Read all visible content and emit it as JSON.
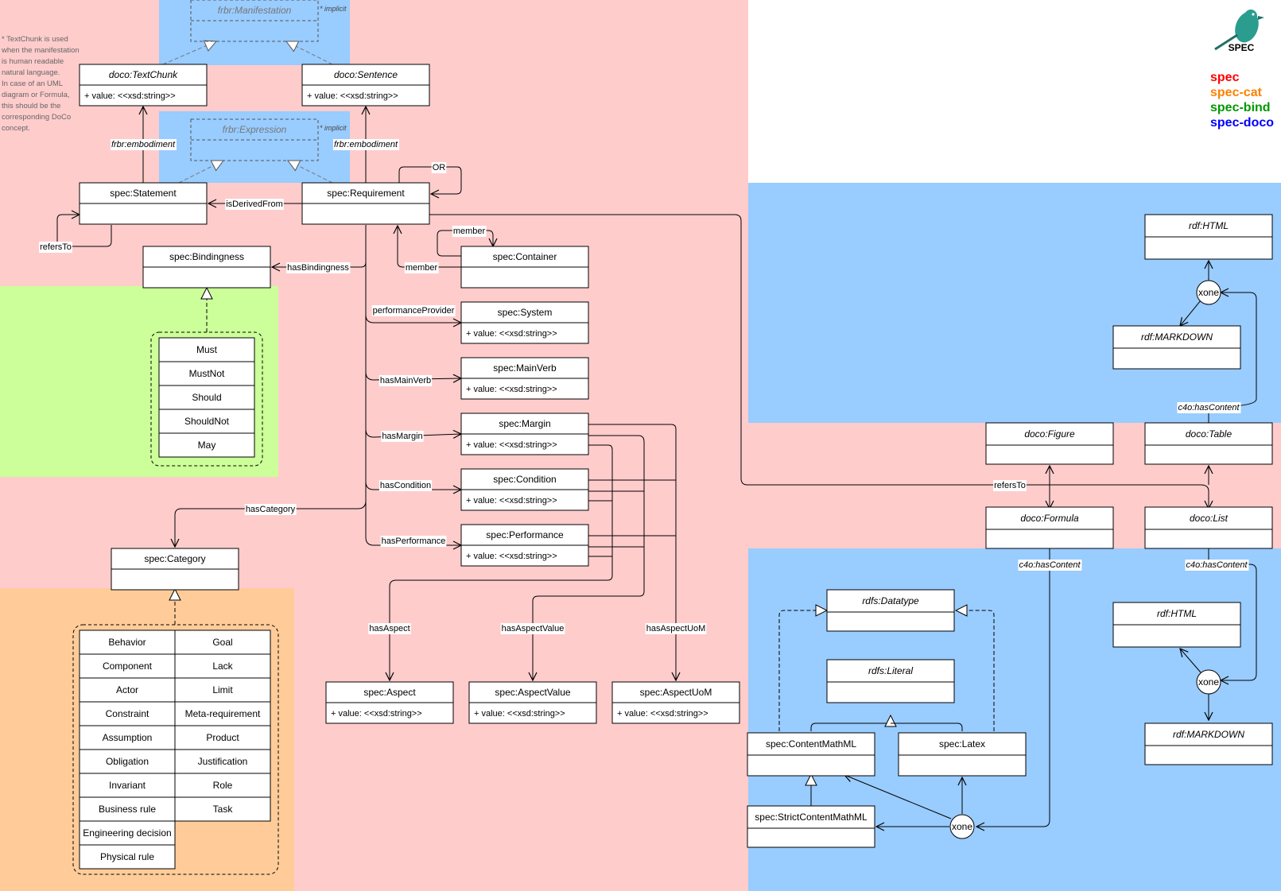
{
  "note": [
    "* TextChunk is used",
    "when the manifestation",
    "is human readable",
    "natural language.",
    "In case of an UML",
    "diagram or Formula,",
    "this should be the",
    "corresponding DoCo",
    "concept."
  ],
  "logo": {
    "text": "SPEC",
    "icon": "bird-logo-icon",
    "color": "#2a9d8f"
  },
  "legend": [
    {
      "label": "spec",
      "color": "#ff0000"
    },
    {
      "label": "spec-cat",
      "color": "#ff8000"
    },
    {
      "label": "spec-bind",
      "color": "#009900"
    },
    {
      "label": "spec-doco",
      "color": "#0000ff"
    }
  ],
  "region_colors": {
    "spec": "#ffcccc",
    "spec-bind": "#ccff99",
    "spec-cat": "#ffcc99",
    "spec-doco": "#99ccff"
  },
  "implicit": [
    {
      "id": "manifestation",
      "name": "frbr:Manifestation",
      "note": "* implicit"
    },
    {
      "id": "expression",
      "name": "frbr:Expression",
      "note": "* implicit"
    }
  ],
  "classes": [
    {
      "id": "textchunk",
      "name": "doco:TextChunk",
      "italic": true,
      "attr": "+ value: <<xsd:string>>"
    },
    {
      "id": "sentence",
      "name": "doco:Sentence",
      "italic": true,
      "attr": "+ value: <<xsd:string>>"
    },
    {
      "id": "statement",
      "name": "spec:Statement",
      "italic": false,
      "attr": ""
    },
    {
      "id": "requirement",
      "name": "spec:Requirement",
      "italic": false,
      "attr": ""
    },
    {
      "id": "bindingness",
      "name": "spec:Bindingness",
      "italic": false,
      "attr": ""
    },
    {
      "id": "container",
      "name": "spec:Container",
      "italic": false,
      "attr": ""
    },
    {
      "id": "system",
      "name": "spec:System",
      "italic": false,
      "attr": "+ value: <<xsd:string>>"
    },
    {
      "id": "mainverb",
      "name": "spec:MainVerb",
      "italic": false,
      "attr": "+ value: <<xsd:string>>"
    },
    {
      "id": "margin",
      "name": "spec:Margin",
      "italic": false,
      "attr": "+ value: <<xsd:string>>"
    },
    {
      "id": "condition",
      "name": "spec:Condition",
      "italic": false,
      "attr": "+ value: <<xsd:string>>"
    },
    {
      "id": "performance",
      "name": "spec:Performance",
      "italic": false,
      "attr": "+ value: <<xsd:string>>"
    },
    {
      "id": "category",
      "name": "spec:Category",
      "italic": false,
      "attr": ""
    },
    {
      "id": "aspect",
      "name": "spec:Aspect",
      "italic": false,
      "attr": "+ value: <<xsd:string>>"
    },
    {
      "id": "aspectvalue",
      "name": "spec:AspectValue",
      "italic": false,
      "attr": "+ value: <<xsd:string>>"
    },
    {
      "id": "aspectuom",
      "name": "spec:AspectUoM",
      "italic": false,
      "attr": "+ value: <<xsd:string>>"
    },
    {
      "id": "html1",
      "name": "rdf:HTML",
      "italic": true,
      "attr": ""
    },
    {
      "id": "markdown1",
      "name": "rdf:MARKDOWN",
      "italic": true,
      "attr": ""
    },
    {
      "id": "figure",
      "name": "doco:Figure",
      "italic": true,
      "attr": ""
    },
    {
      "id": "table",
      "name": "doco:Table",
      "italic": true,
      "attr": ""
    },
    {
      "id": "formula",
      "name": "doco:Formula",
      "italic": true,
      "attr": ""
    },
    {
      "id": "list",
      "name": "doco:List",
      "italic": true,
      "attr": ""
    },
    {
      "id": "datatype",
      "name": "rdfs:Datatype",
      "italic": true,
      "attr": ""
    },
    {
      "id": "literal",
      "name": "rdfs:Literal",
      "italic": true,
      "attr": ""
    },
    {
      "id": "html2",
      "name": "rdf:HTML",
      "italic": true,
      "attr": ""
    },
    {
      "id": "markdown2",
      "name": "rdf:MARKDOWN",
      "italic": true,
      "attr": ""
    },
    {
      "id": "contentmathml",
      "name": "spec:ContentMathML",
      "italic": false,
      "attr": ""
    },
    {
      "id": "latex",
      "name": "spec:Latex",
      "italic": false,
      "attr": ""
    },
    {
      "id": "strictcontentmathml",
      "name": "spec:StrictContentMathML",
      "italic": false,
      "attr": ""
    }
  ],
  "bindingness_values": [
    "Must",
    "MustNot",
    "Should",
    "ShouldNot",
    "May"
  ],
  "category_values_left": [
    "Behavior",
    "Component",
    "Actor",
    "Constraint",
    "Assumption",
    "Obligation",
    "Invariant",
    "Business rule",
    "Engineering decision",
    "Physical rule"
  ],
  "category_values_right": [
    "Goal",
    "Lack",
    "Limit",
    "Meta-requirement",
    "Product",
    "Justification",
    "Role",
    "Task"
  ],
  "xone": [
    "xone",
    "xone",
    "xone"
  ],
  "edge_labels": [
    {
      "id": "emb1",
      "text": "frbr:embodiment",
      "italic": true
    },
    {
      "id": "emb2",
      "text": "frbr:embodiment",
      "italic": true
    },
    {
      "id": "or",
      "text": "OR",
      "italic": false
    },
    {
      "id": "derived",
      "text": "isDerivedFrom",
      "italic": false
    },
    {
      "id": "refersto1",
      "text": "refersTo",
      "italic": false
    },
    {
      "id": "member1",
      "text": "member",
      "italic": false
    },
    {
      "id": "member2",
      "text": "member",
      "italic": false
    },
    {
      "id": "hasbind",
      "text": "hasBindingness",
      "italic": false
    },
    {
      "id": "perfprov",
      "text": "performanceProvider",
      "italic": false
    },
    {
      "id": "mainverb",
      "text": "hasMainVerb",
      "italic": false
    },
    {
      "id": "margin",
      "text": "hasMargin",
      "italic": false
    },
    {
      "id": "condition",
      "text": "hasCondition",
      "italic": false
    },
    {
      "id": "hascat",
      "text": "hasCategory",
      "italic": false
    },
    {
      "id": "perf",
      "text": "hasPerformance",
      "italic": false
    },
    {
      "id": "aspect",
      "text": "hasAspect",
      "italic": false
    },
    {
      "id": "aspectvalue",
      "text": "hasAspectValue",
      "italic": false
    },
    {
      "id": "aspectuom",
      "text": "hasAspectUoM",
      "italic": false
    },
    {
      "id": "refersto2",
      "text": "refersTo",
      "italic": false
    },
    {
      "id": "c4o1",
      "text": "c4o:hasContent",
      "italic": true
    },
    {
      "id": "c4o2",
      "text": "c4o:hasContent",
      "italic": true
    },
    {
      "id": "c4o3",
      "text": "c4o:hasContent",
      "italic": true
    }
  ]
}
